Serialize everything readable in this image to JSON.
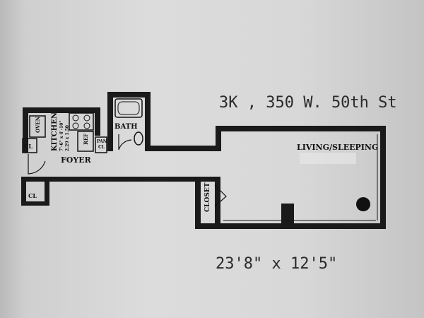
{
  "address_note": "3K , 350 W. 50th St",
  "dimensions_note": "23'8\" x 12'5\"",
  "rooms": {
    "living": "LIVING/SLEEPING",
    "bath": "BATH",
    "foyer": "FOYER",
    "kitchen": "KITCHEN",
    "kitchen_dim1": "7'-6\" x 4'-10\"",
    "kitchen_dim2": "2.29 x 1.50",
    "closet": "CLOSET",
    "cl_top": "CL",
    "cl_bottom": "CL",
    "pan": "PAN",
    "pan_cl": "CL",
    "ref": "REF",
    "oven": "OVEN"
  },
  "colors": {
    "wall": "#1a1a1a",
    "ink": "#2a2a2a"
  }
}
